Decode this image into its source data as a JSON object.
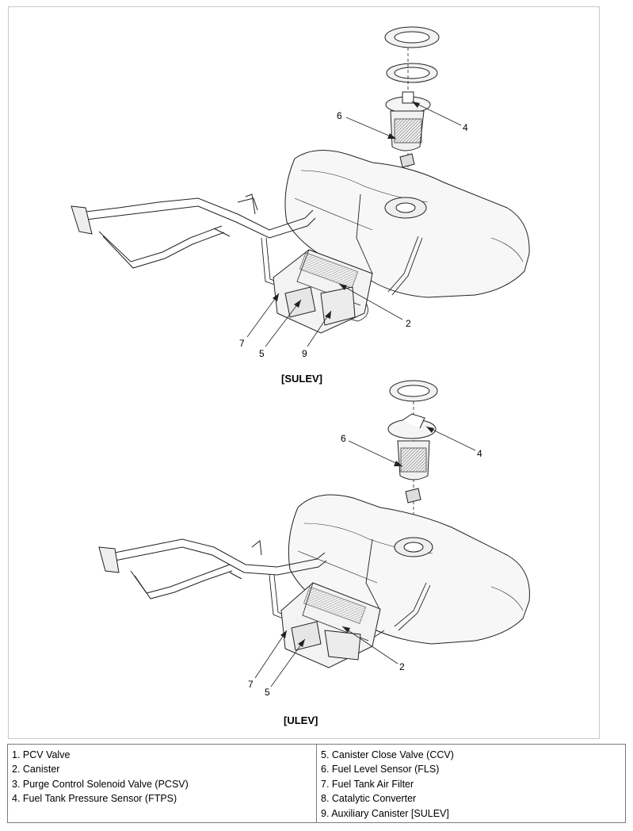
{
  "diagrams": {
    "sulev": {
      "caption": "[SULEV]",
      "callouts": {
        "c6": "6",
        "c4": "4",
        "c2": "2",
        "c7": "7",
        "c5": "5",
        "c9": "9"
      }
    },
    "ulev": {
      "caption": "[ULEV]",
      "callouts": {
        "c6": "6",
        "c4": "4",
        "c2": "2",
        "c7": "7",
        "c5": "5"
      }
    }
  },
  "legend": {
    "left": [
      "1. PCV Valve",
      "2. Canister",
      "3. Purge Control Solenoid Valve (PCSV)",
      "4. Fuel Tank Pressure Sensor (FTPS)"
    ],
    "right": [
      "5. Canister Close Valve (CCV)",
      "6. Fuel Level Sensor (FLS)",
      "7. Fuel Tank Air Filter",
      "8. Catalytic Converter",
      "9. Auxiliary Canister [SULEV]"
    ]
  }
}
